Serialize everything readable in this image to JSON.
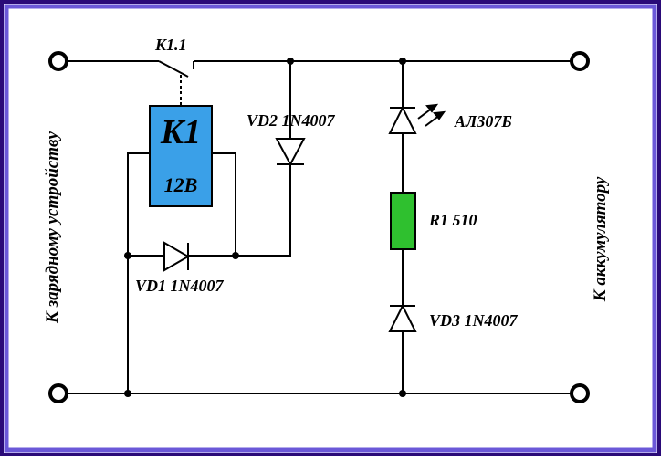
{
  "colors": {
    "border_outer": "#2a0a78",
    "border_inner": "#6b58d8",
    "background": "#ffffff",
    "wire": "#000000",
    "relay_fill": "#3aa0e8",
    "resistor_fill": "#2fc02f"
  },
  "labels": {
    "switch": "K1.1",
    "relay_name": "K1",
    "relay_voltage": "12В",
    "vd2": "VD2  1N4007",
    "vd1": "VD1  1N4007",
    "led": "АЛ307Б",
    "r1": "R1  510",
    "vd3": "VD3  1N4007",
    "left_side": "К зарядному устройству",
    "right_side": "К аккумулятору"
  }
}
